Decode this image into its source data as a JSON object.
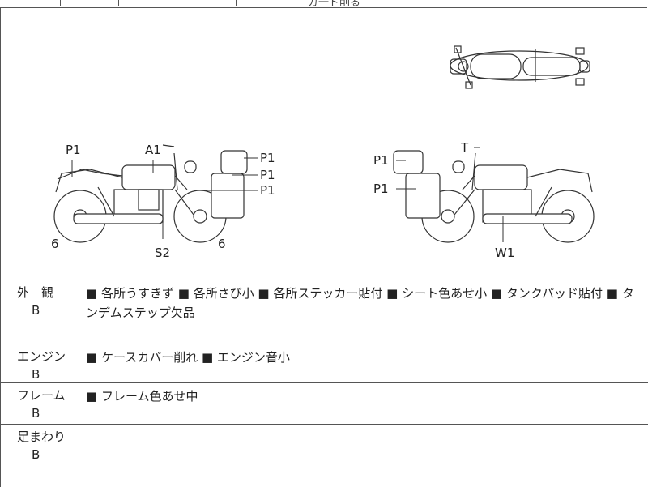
{
  "header": {
    "partial_text": "ガ一ド削る"
  },
  "diagram": {
    "left_bike_labels": [
      "P1",
      "A1",
      "P1",
      "P1",
      "P1",
      "6",
      "S2",
      "6"
    ],
    "right_bike_labels": [
      "P1",
      "T",
      "P1",
      "W1"
    ]
  },
  "rows": [
    {
      "name": "外　観",
      "grade": "B",
      "desc": "■ 各所うすきず ■ 各所さび小 ■ 各所ステッカー貼付 ■ シート色あせ小 ■ タンクパッド貼付 ■ タンデムステップ欠品"
    },
    {
      "name": "エンジン",
      "grade": "B",
      "desc": "■ ケースカバー削れ ■ エンジン音小"
    },
    {
      "name": "フレーム",
      "grade": "B",
      "desc": "■ フレーム色あせ中"
    },
    {
      "name": "足まわり",
      "grade": "B",
      "desc": ""
    }
  ]
}
